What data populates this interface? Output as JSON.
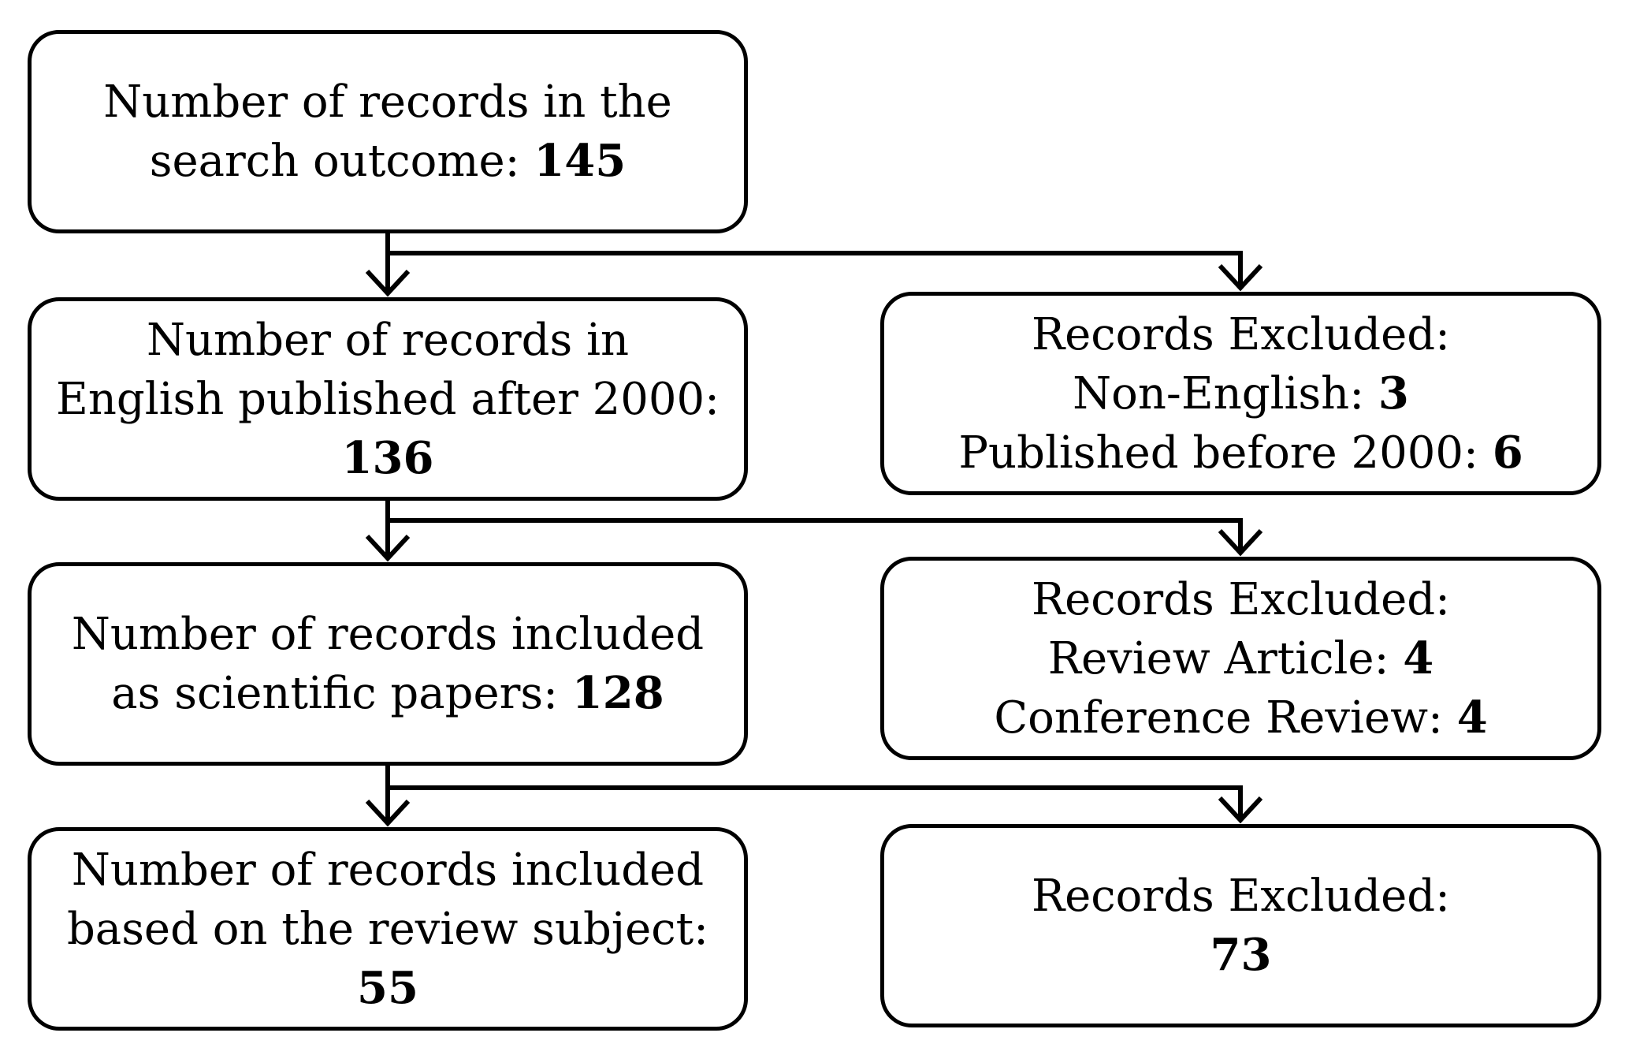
{
  "stages": [
    {
      "lines": [
        {
          "text": "Number of records in the"
        },
        {
          "text": "search outcome: ",
          "value": "145"
        }
      ]
    },
    {
      "lines": [
        {
          "text": "Number of records in"
        },
        {
          "text": "English published after 2000:"
        },
        {
          "text": "",
          "value": "136"
        }
      ]
    },
    {
      "lines": [
        {
          "text": "Number of records included"
        },
        {
          "text": "as scientific papers: ",
          "value": "128"
        }
      ]
    },
    {
      "lines": [
        {
          "text": "Number of records included"
        },
        {
          "text": "based on the review subject:"
        },
        {
          "text": "",
          "value": "55"
        }
      ]
    }
  ],
  "exclusions": [
    {
      "lines": [
        {
          "text": "Records Excluded:"
        },
        {
          "text": "Non-English: ",
          "value": "3"
        },
        {
          "text": "Published before 2000: ",
          "value": "6"
        }
      ]
    },
    {
      "lines": [
        {
          "text": "Records Excluded:"
        },
        {
          "text": "Review Article: ",
          "value": "4"
        },
        {
          "text": "Conference Review: ",
          "value": "4"
        }
      ]
    },
    {
      "lines": [
        {
          "text": "Records Excluded:"
        },
        {
          "text": "",
          "value": "73"
        }
      ]
    }
  ]
}
